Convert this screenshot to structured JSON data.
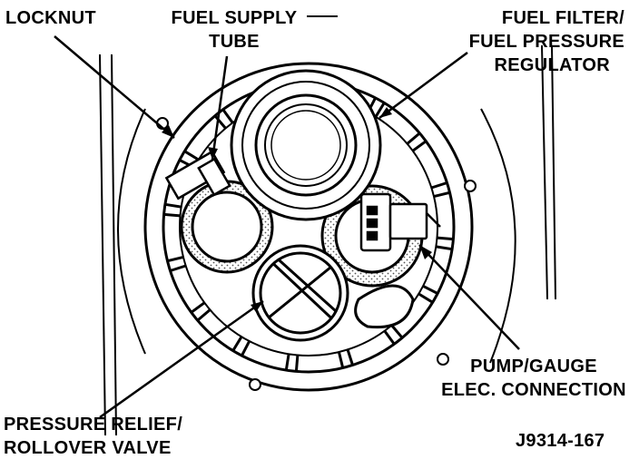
{
  "labels": {
    "locknut": "LOCKNUT",
    "fuel_supply_tube_1": "FUEL SUPPLY",
    "fuel_supply_tube_2": "TUBE",
    "fuel_filter_1": "FUEL FILTER/",
    "fuel_filter_2": "FUEL PRESSURE",
    "fuel_filter_3": "REGULATOR",
    "pump_gauge_1": "PUMP/GAUGE",
    "pump_gauge_2": "ELEC. CONNECTION",
    "pressure_relief_1": "PRESSURE RELIEF/",
    "pressure_relief_2": "ROLLOVER VALVE",
    "figure_id": "J9314-167"
  },
  "colors": {
    "ink": "#000000",
    "paper": "#ffffff",
    "stipple": "#9a9a9a"
  }
}
